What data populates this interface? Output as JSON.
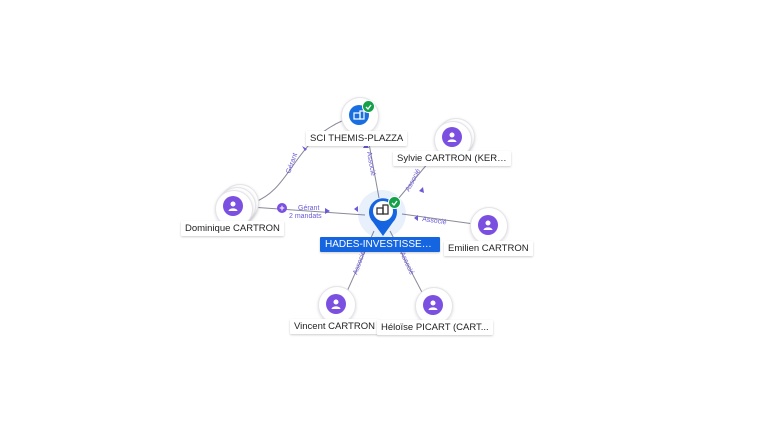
{
  "nodes": {
    "center": {
      "label": "HADES-INVESTISSEMENT",
      "icon": "company-icon",
      "verified": true
    },
    "sci": {
      "label": "SCI THEMIS-PLAZZA",
      "icon": "company-icon",
      "verified": true
    },
    "sylvie": {
      "label": "Sylvie CARTRON (KERN...",
      "icon": "person-icon"
    },
    "dominique": {
      "label": "Dominique CARTRON",
      "icon": "person-icon"
    },
    "emilien": {
      "label": "Emilien CARTRON",
      "icon": "person-icon"
    },
    "vincent": {
      "label": "Vincent CARTRON",
      "icon": "person-icon"
    },
    "heloise": {
      "label": "Héloïse PICART (CART...",
      "icon": "person-icon"
    }
  },
  "edges": {
    "sci_center": "Associé",
    "dominique_sci": "Gérant",
    "dominique_center_1": "Gérant",
    "dominique_center_2": "2 mandats",
    "sylvie_center": "Associé",
    "emilien_center": "Associé",
    "vincent_center": "Associé",
    "heloise_center": "Associé"
  },
  "colors": {
    "person": "#7b4fe0",
    "company": "#1a6fe0",
    "verified": "#15a04a",
    "edge_label": "#6b5bd6"
  }
}
